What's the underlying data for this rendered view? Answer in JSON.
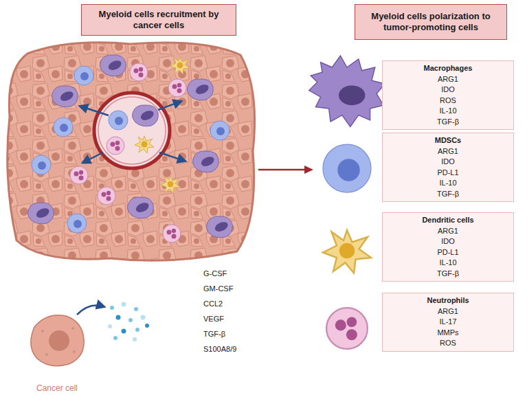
{
  "diagram": {
    "nodes": [
      {
        "text": [
          "Myeloid cells recruitment by cancer cells"
        ]
      },
      {
        "text": [
          "Myeloid cells polarization to tumor-promoting cells"
        ]
      },
      {
        "text": [
          "Macrophages",
          "ARG1",
          "IDO",
          "ROS",
          "IL-10",
          "TGF-β"
        ]
      },
      {
        "text": [
          "MDSCs",
          "ARG1",
          "IDO",
          "PD-L1",
          "IL-10",
          "TGF-β"
        ]
      },
      {
        "text": [
          "Dendritic cells",
          "ARG1",
          "IDO",
          "PD-L1",
          "IL-10",
          "TGF-β"
        ]
      },
      {
        "text": [
          "Neutrophils",
          "ARG1",
          "IL-17",
          "MMPs",
          "ROS"
        ]
      },
      {
        "text": [
          "Cancer cell"
        ]
      }
    ],
    "labels": [
      "G-CSF",
      "GM-CSF",
      "CCL2",
      "VEGF",
      "TGF-β",
      "S100A8/9"
    ]
  }
}
